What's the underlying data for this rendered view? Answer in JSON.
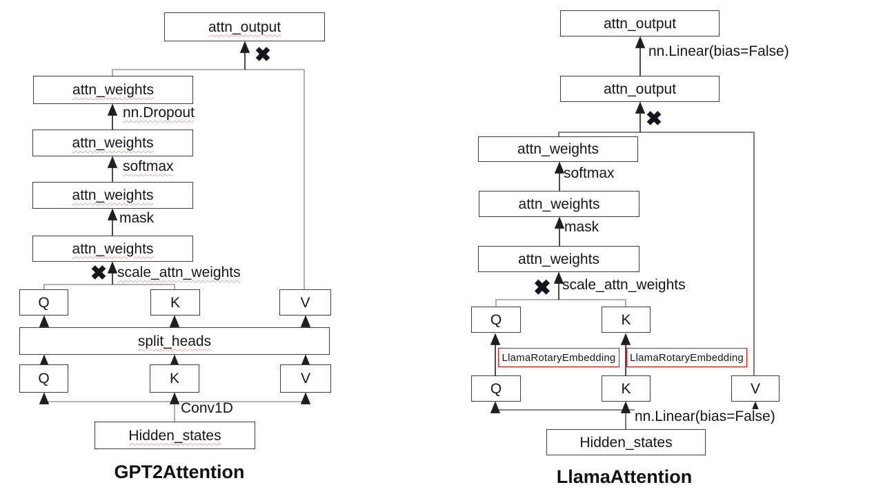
{
  "icons": {
    "multiply": "✖"
  },
  "colors": {
    "box_border": "#3c3c3c",
    "connector_gray": "#9a9a9a",
    "connector_dark": "#5a5a5a",
    "arrow_black": "#1f1f1f",
    "rotary_border": "#ff0000",
    "spellcheck_underline": "#f2a09c"
  },
  "gpt2": {
    "title": "GPT2Attention",
    "boxes": {
      "attn_output": "attn_output",
      "attn_weights_1": "attn_weights",
      "attn_weights_2": "attn_weights",
      "attn_weights_3": "attn_weights",
      "attn_weights_4": "attn_weights",
      "q_top": "Q",
      "k_top": "K",
      "v_top": "V",
      "split_heads": "split_heads",
      "q_bottom": "Q",
      "k_bottom": "K",
      "v_bottom": "V",
      "hidden_states": "Hidden_states"
    },
    "edge_labels": {
      "dropout": "nn.Dropout",
      "softmax": "softmax",
      "mask": "mask",
      "scale": "scale_attn_weights",
      "conv1d": "Conv1D"
    }
  },
  "llama": {
    "title": "LlamaAttention",
    "boxes": {
      "attn_output_final": "attn_output",
      "attn_output": "attn_output",
      "attn_weights_1": "attn_weights",
      "attn_weights_2": "attn_weights",
      "attn_weights_3": "attn_weights",
      "q_top": "Q",
      "k_top": "K",
      "rotary_q": "LlamaRotaryEmbedding",
      "rotary_k": "LlamaRotaryEmbedding",
      "q_bottom": "Q",
      "k_bottom": "K",
      "v": "V",
      "hidden_states": "Hidden_states"
    },
    "edge_labels": {
      "linear_out": "nn.Linear(bias=False)",
      "softmax": "softmax",
      "mask": "mask",
      "scale": "scale_attn_weights",
      "linear_in": "nn.Linear(bias=False)"
    }
  }
}
